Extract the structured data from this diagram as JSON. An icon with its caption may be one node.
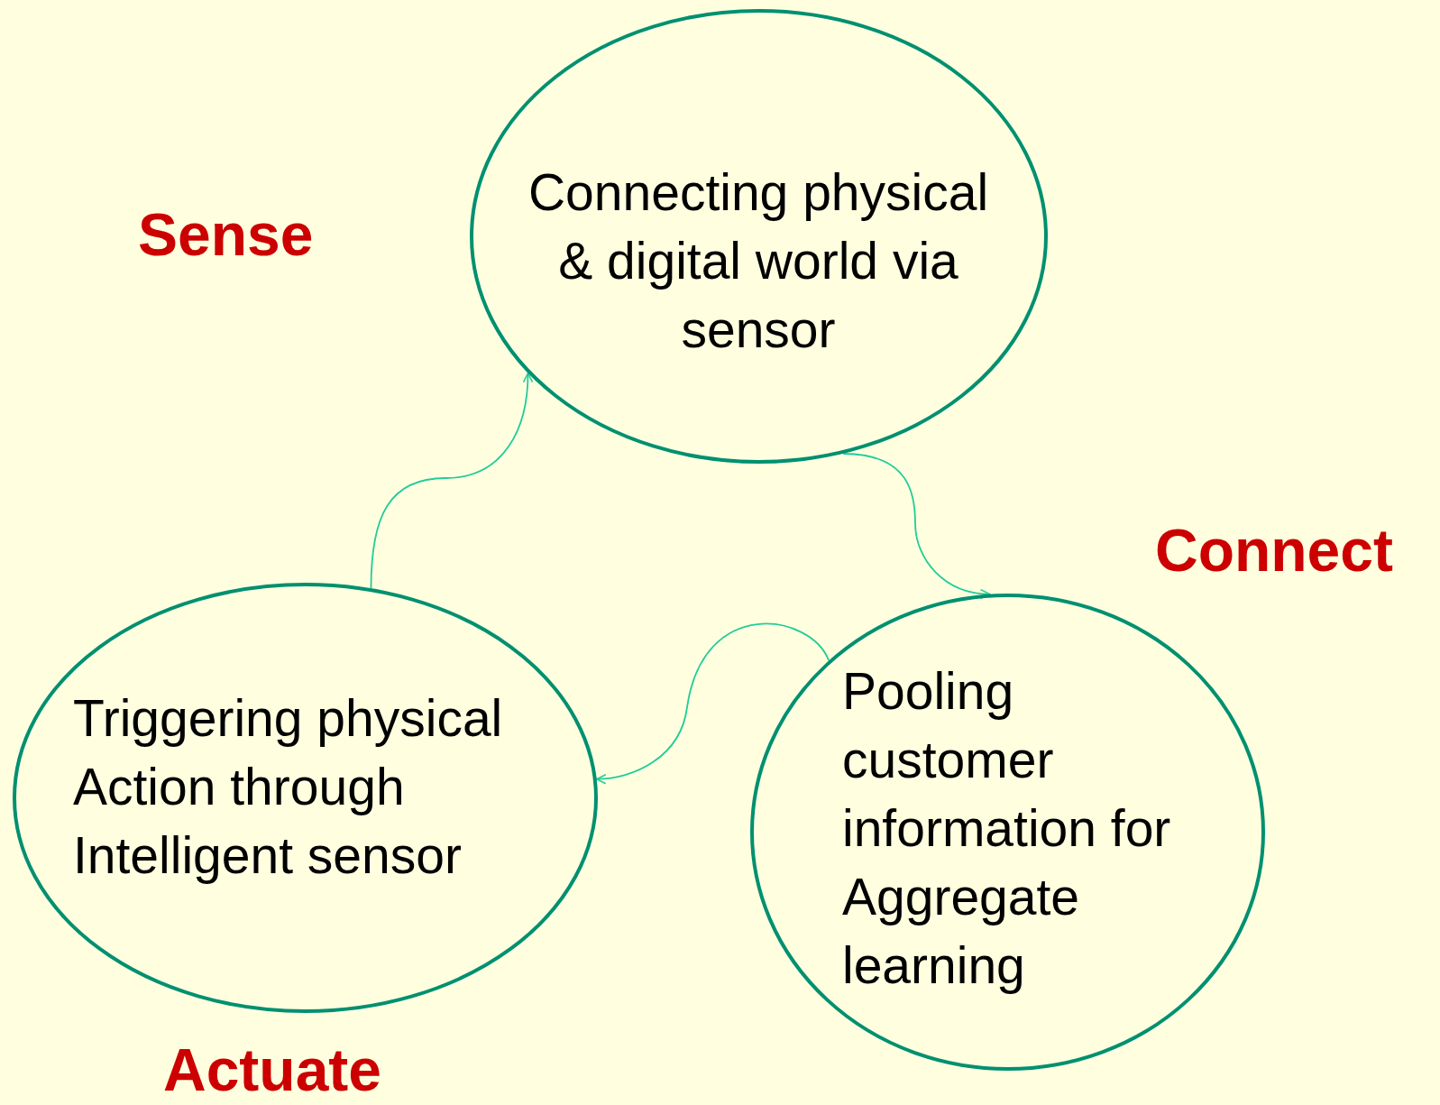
{
  "diagram": {
    "nodes": [
      {
        "text": [
          "Connecting physical & digital world via sensor"
        ],
        "beside": [
          "Sense"
        ]
      },
      {
        "text": [
          "Pooling customer information for Aggregate learning"
        ],
        "beside": [
          "Connect"
        ]
      },
      {
        "text": [
          "Triggering physical Action through Intelligent sensor"
        ],
        "beside": [
          "Actuate"
        ]
      }
    ],
    "edges": [
      {
        "from": 2,
        "to": 0,
        "arrow": "to"
      },
      {
        "from": 0,
        "to": 1,
        "arrow": "to"
      },
      {
        "from": 1,
        "to": 2,
        "arrow": "to"
      }
    ]
  }
}
